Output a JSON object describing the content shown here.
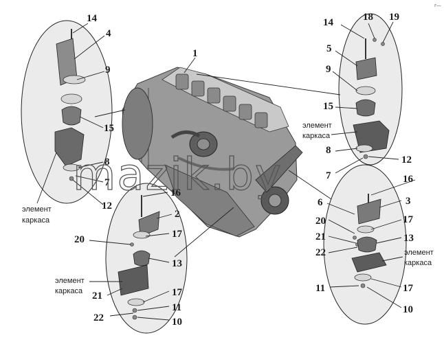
{
  "watermark": "mazik.by",
  "corner_mark": "r—",
  "caption": {
    "line1": "элемент",
    "line2": "каркаса"
  },
  "callouts": {
    "c1": "1",
    "left": [
      "14",
      "4",
      "9",
      "15",
      "8",
      "7",
      "12"
    ],
    "top_right": [
      "14",
      "18",
      "19",
      "5",
      "9",
      "15",
      "8",
      "12",
      "7"
    ],
    "bottom_right": [
      "16",
      "6",
      "3",
      "20",
      "17",
      "21",
      "13",
      "22",
      "17",
      "11",
      "10"
    ],
    "bottom_center": [
      "16",
      "2",
      "17",
      "20",
      "13",
      "21",
      "17",
      "11",
      "22",
      "10"
    ]
  }
}
